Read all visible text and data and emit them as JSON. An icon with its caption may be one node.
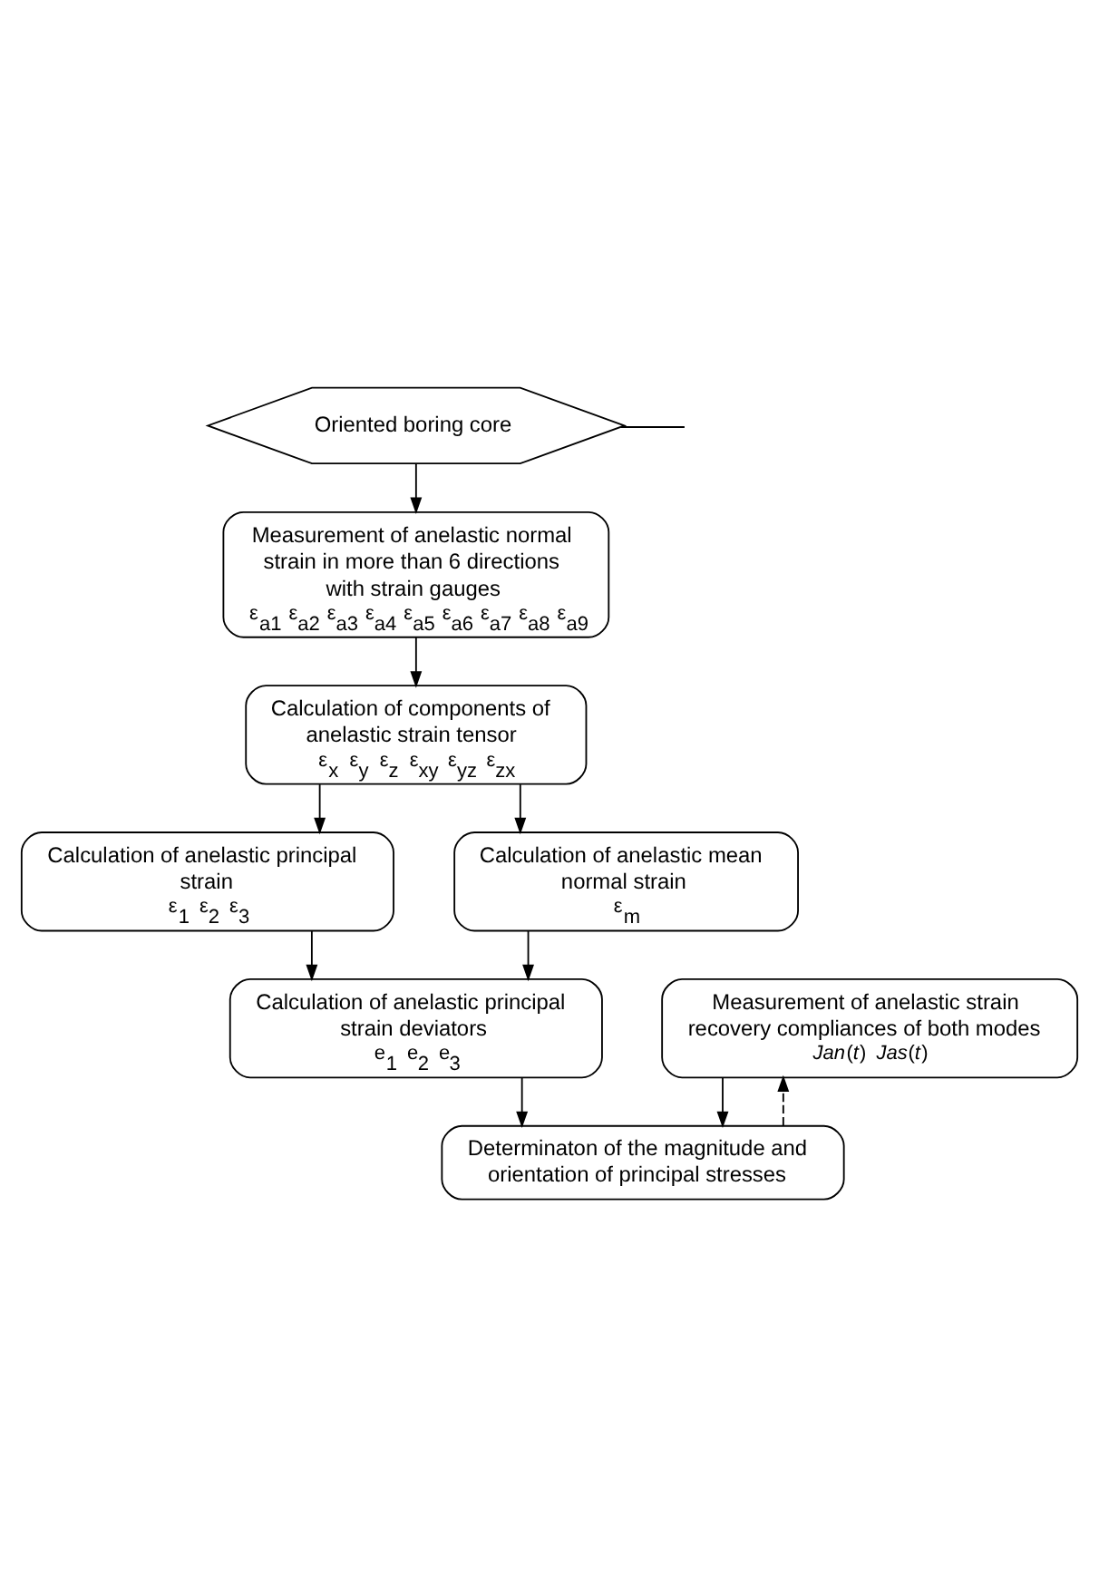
{
  "diagram": {
    "nodes": [
      {
        "text": [
          "Oriented boring core"
        ]
      },
      {
        "text": [
          "Measurement of anelastic normal strain in more than 6 directions with strain gauges",
          "ε$_{a1}$ ε$_{a2}$ ε$_{a3}$ ε$_{a4}$ ε$_{a5}$ ε$_{a6}$ ε$_{a7}$ ε$_{a8}$ ε$_{a9}$"
        ]
      },
      {
        "text": [
          "Calculation of components of anelastic strain tensor",
          "ε$_{x}$ ε$_{y}$ ε$_{z}$ ε$_{xy}$ ε$_{yz}$ ε$_{zx}$"
        ]
      },
      {
        "text": [
          "Calculation of anelastic principal strain",
          "ε$_{1}$ ε$_{2}$ ε$_{3}$"
        ]
      },
      {
        "text": [
          "Calculation of anelastic mean normal strain",
          "ε$_{m}$"
        ]
      },
      {
        "text": [
          "Calculation of anelastic principal strain deviators",
          "e$_{1}$ e$_{2}$ e$_{3}$"
        ]
      },
      {
        "text": [
          "Measurement of anelastic strain recovery compliances of both modes",
          "*Jan*(*t*) *Jas*(*t*)"
        ]
      },
      {
        "text": [
          "Determinaton of the magnitude and orientation of principal stresses"
        ]
      }
    ],
    "edges": [
      {
        "from": 0,
        "to": 1,
        "arrow": "to"
      },
      {
        "from": 1,
        "to": 2,
        "arrow": "to"
      },
      {
        "from": 2,
        "to": 3,
        "arrow": "to"
      },
      {
        "from": 2,
        "to": 4,
        "arrow": "to"
      },
      {
        "from": 3,
        "to": 5,
        "arrow": "to"
      },
      {
        "from": 4,
        "to": 5,
        "arrow": "to"
      },
      {
        "from": 5,
        "to": 7,
        "arrow": "to"
      },
      {
        "from": 6,
        "to": 7,
        "arrow": "to"
      },
      {
        "from": 7,
        "to": 6,
        "arrow": "to",
        "style": "dashed"
      },
      {
        "from": 0,
        "to": null,
        "arrow": "none"
      }
    ]
  }
}
